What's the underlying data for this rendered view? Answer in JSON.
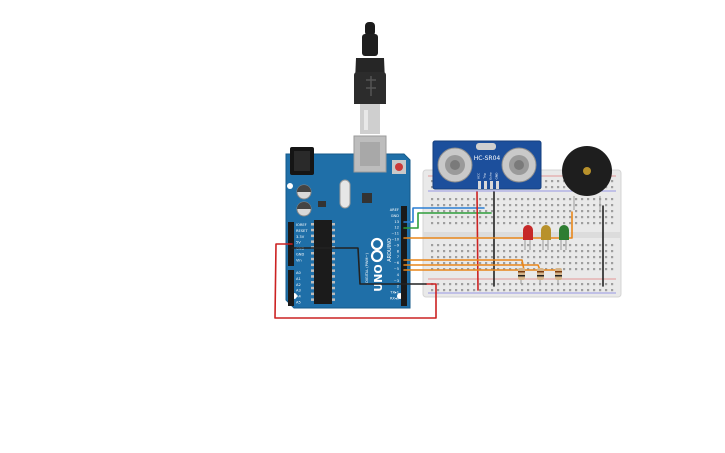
{
  "colors": {
    "arduino_board": "#1f6fa8",
    "arduino_edge": "#155a8a",
    "breadboard": "#e9e9e9",
    "sensor_board": "#1c4f9c",
    "wire_red": "#cc2222",
    "wire_black": "#222222",
    "wire_blue": "#2a7fd4",
    "wire_green": "#2e9e3a",
    "wire_orange": "#e8861a",
    "led_red": "#c62828",
    "led_yellow": "#b8912b",
    "led_green": "#2e7d32",
    "buzzer": "#1e1e1e",
    "buzzer_center": "#b8912b"
  },
  "sensor": {
    "model": "HC-SR04",
    "pin_labels": [
      "VCC",
      "Trig",
      "Echo",
      "GND"
    ]
  },
  "arduino": {
    "brand": "ARDUINO",
    "model": "UNO",
    "digital_header_label": "DIGITAL (PWM~)",
    "digital_pins": [
      "AREF",
      "GND",
      "13",
      "12",
      "~11",
      "~10",
      "~9",
      "8",
      "7",
      "~6",
      "~5",
      "4",
      "~3",
      "2",
      "TX▸1",
      "RX◂0"
    ],
    "power_pins": [
      "IOREF",
      "RESET",
      "3.3V",
      "5V",
      "GND",
      "GND",
      "Vin"
    ],
    "analog_pins": [
      "A0",
      "A1",
      "A2",
      "A3",
      "A4",
      "A5"
    ]
  },
  "components": {
    "leds": [
      {
        "name": "red",
        "color": "#c62828"
      },
      {
        "name": "yellow",
        "color": "#b8912b"
      },
      {
        "name": "green",
        "color": "#2e7d32"
      }
    ],
    "resistor_count": 3,
    "buzzer": "piezo-buzzer"
  },
  "icons": {
    "usb": "usb-cable-icon",
    "reset": "reset-button-icon",
    "logo": "arduino-infinity-logo-icon"
  }
}
